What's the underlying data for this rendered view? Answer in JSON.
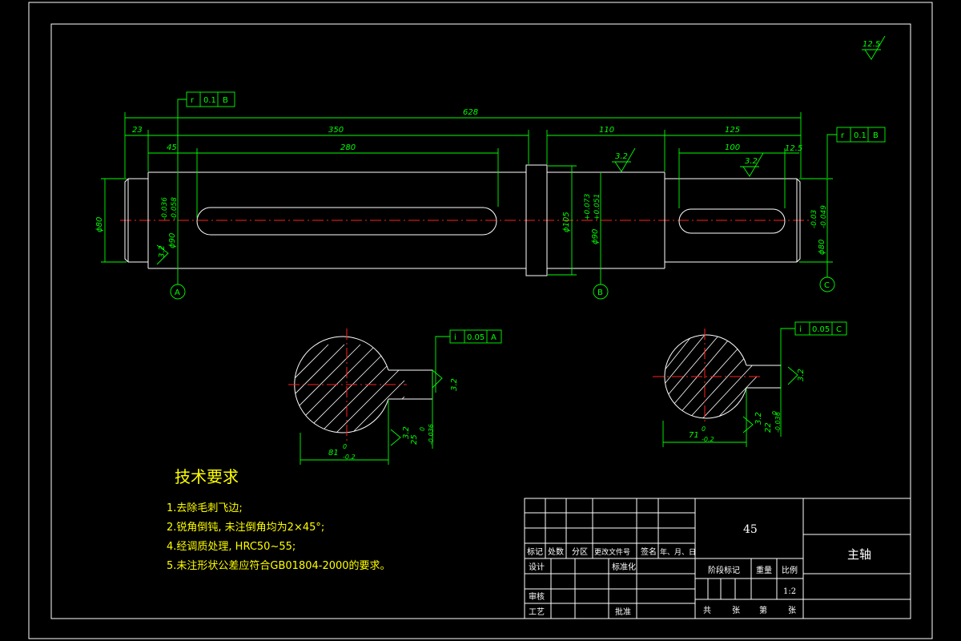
{
  "dims": {
    "d628": "628",
    "d23": "23",
    "d350": "350",
    "d110": "110",
    "d125": "125",
    "d45": "45",
    "d280": "280",
    "d100": "100",
    "d12_5": "12.5",
    "phi80_left": "ϕ80",
    "phi90_a": "ϕ90",
    "phi90_a_tol_up": "-0.036",
    "phi90_a_tol_lo": "-0.058",
    "phi105": "ϕ105",
    "phi90_b": "ϕ90",
    "phi90_b_tol_up": "+0.073",
    "phi90_b_tol_lo": "+0.051",
    "phi80_right": "ϕ80",
    "phi80_r_tol_up": "-0.03",
    "phi80_r_tol_lo": "-0.049",
    "sec1_w": "81",
    "sec1_w_up": "0",
    "sec1_w_lo": "-0.2",
    "sec1_k": "25",
    "sec1_k_up": "0",
    "sec1_k_lo": "-0.036",
    "sec2_w": "71",
    "sec2_w_up": "0",
    "sec2_w_lo": "-0.2",
    "sec2_k": "22",
    "sec2_k_up": "0",
    "sec2_k_lo": "-0.036"
  },
  "roughness": {
    "top": "12.5",
    "r1": "3.2",
    "r2": "3.2",
    "r3": "3.2",
    "r4": "3.2",
    "r5": "3.2",
    "r6": "3.2",
    "r7": "3.2"
  },
  "tolerance_frames": {
    "f1": {
      "sym": "r",
      "val": "0.1",
      "ref": "B"
    },
    "f2": {
      "sym": "r",
      "val": "0.1",
      "ref": "B"
    },
    "f3": {
      "sym": "i",
      "val": "0.05",
      "ref": "A"
    },
    "f4": {
      "sym": "i",
      "val": "0.05",
      "ref": "C"
    }
  },
  "datums": {
    "a": "A",
    "b": "B",
    "c": "C"
  },
  "tech": {
    "title": "技术要求",
    "items": [
      "1.去除毛刺飞边;",
      "2.锐角倒钝, 未注倒角均为2×45°;",
      "4.经调质处理, HRC50~55;",
      "5.未注形状公差应符合GB01804-2000的要求。"
    ]
  },
  "title_block": {
    "material": "45",
    "part_name": "主轴",
    "row_labels": [
      "标记",
      "处数",
      "分区",
      "更改文件号",
      "签名",
      "年、月、日"
    ],
    "design": "设计",
    "standard": "标准化",
    "stage": "阶段标记",
    "weight": "重量",
    "scale_label": "比例",
    "scale_value": "1:2",
    "review": "审核",
    "process": "工艺",
    "approve": "批准",
    "total": "共",
    "sheet1": "张",
    "no": "第",
    "sheet2": "张"
  }
}
